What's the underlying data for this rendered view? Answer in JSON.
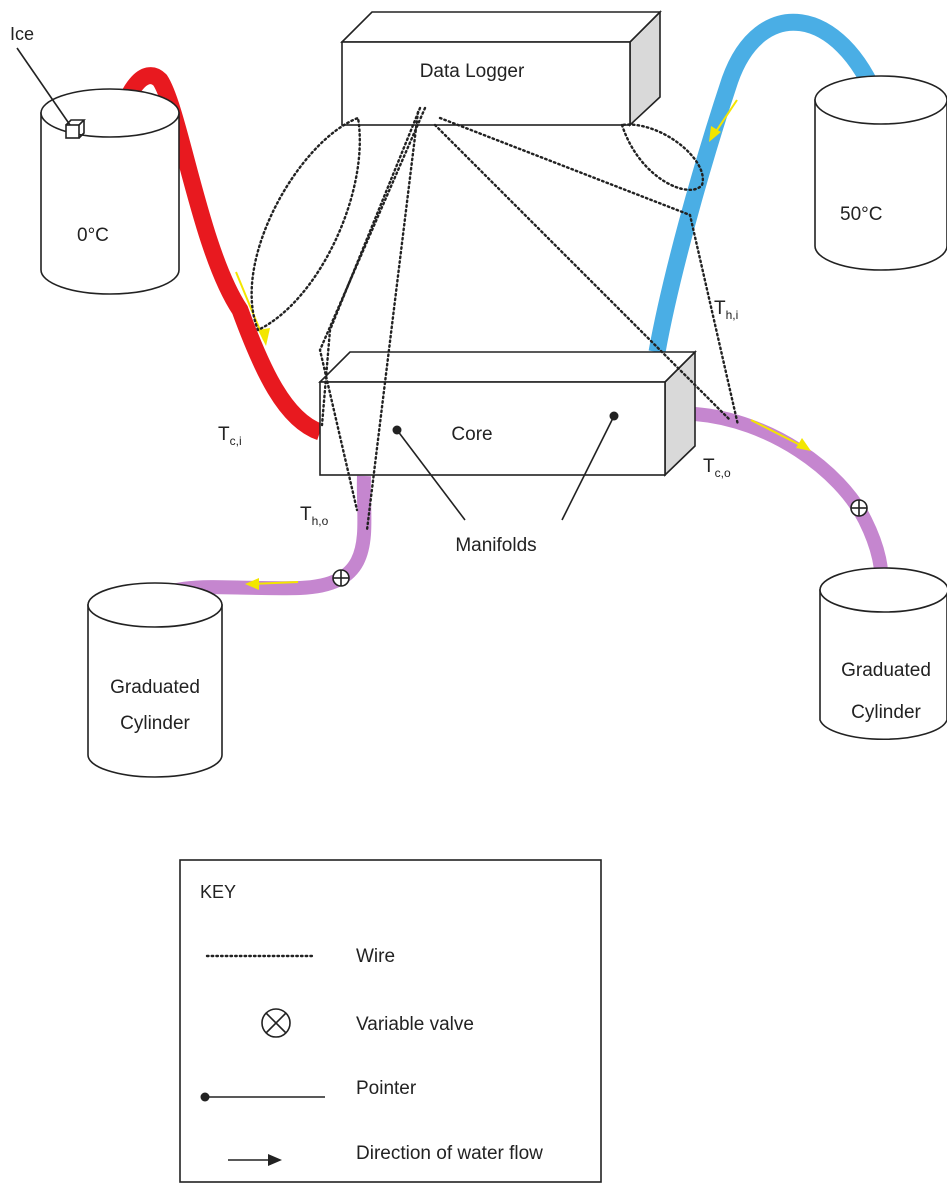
{
  "labels": {
    "ice": "Ice",
    "cold_bath": "0°C",
    "hot_bath": "50°C",
    "data_logger": "Data Logger",
    "core": "Core",
    "manifolds": "Manifolds",
    "cylinder_left_line1": "Graduated",
    "cylinder_left_line2": "Cylinder",
    "cylinder_right_line1": "Graduated",
    "cylinder_right_line2": "Cylinder"
  },
  "sensors": {
    "t_ci": {
      "main": "T",
      "sub": "c,i"
    },
    "t_hi": {
      "main": "T",
      "sub": "h,i"
    },
    "t_ho": {
      "main": "T",
      "sub": "h,o"
    },
    "t_co": {
      "main": "T",
      "sub": "c,o"
    }
  },
  "key": {
    "title": "KEY",
    "items": [
      {
        "symbol": "wire",
        "label": "Wire"
      },
      {
        "symbol": "variable-valve",
        "label": "Variable valve"
      },
      {
        "symbol": "pointer",
        "label": "Pointer"
      },
      {
        "symbol": "flow-arrow",
        "label": "Direction of water flow"
      }
    ]
  },
  "colors": {
    "cold_tube": "#e8191f",
    "hot_tube": "#4aaee5",
    "outlet_tube": "#c586cf",
    "flow_arrow": "#f3e600",
    "ink": "#222222",
    "box_side": "#d9d9d9"
  }
}
